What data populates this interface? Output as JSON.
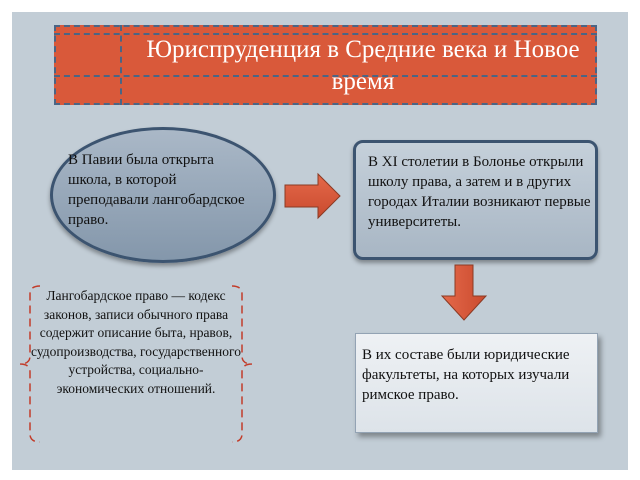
{
  "title": "Юриспруденция в Средние века и Новое время",
  "oval_text": "В Павии была открыта школа, в которой преподавали лангобардское право.",
  "right_box_text": "В XI столетии в Болонье открыли школу права, а затем и в других городах Италии возникают первые университеты.",
  "bottom_box_text": "В их составе были юридические факультеты, на которых изучали римское право.",
  "brace_text": "Лангобардское право — кодекс законов, записи обычного права содержит описание быта, нравов, судопроизводства, государственного устройства, социально-экономических отношений.",
  "colors": {
    "slide_background": "#c2cdd6",
    "title_fill": "#d9593a",
    "dash_border": "#4a6585",
    "arrow_fill": "#d9593a",
    "brace_color": "#c23c2a"
  }
}
